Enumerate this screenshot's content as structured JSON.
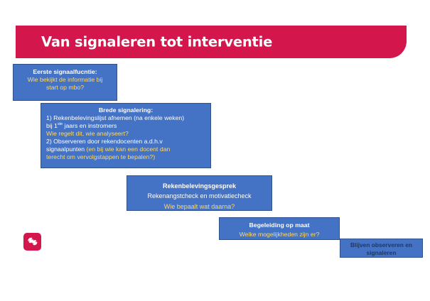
{
  "slide": {
    "background_color": "#ffffff",
    "accent_color": "#d3164c",
    "box_fill_color": "#4472c4",
    "box_border_color": "#2f528f",
    "highlight_text_color": "#ffd966",
    "dark_text_color": "#1f3864"
  },
  "header": {
    "title": "Van signaleren tot interventie"
  },
  "logo": {
    "name": "organisation-logo"
  },
  "flow": {
    "boxes": [
      {
        "id": "eerste-signaalfunctie",
        "title": "Eerste signaalfucntie:",
        "lines": [
          {
            "text": "Wie bekijkt de informatie bij",
            "color": "yellow"
          },
          {
            "text": "start op mbo?",
            "color": "yellow"
          }
        ]
      },
      {
        "id": "brede-signalering",
        "title": "Brede signalering:",
        "lines": [
          {
            "text": "1) Rekenbelevingslijst afnemen (na enkele weken)",
            "color": "white"
          },
          {
            "text": "bij 1ste jaars en instromers",
            "color": "white"
          },
          {
            "text": "Wie regelt dit, wie analyseert?",
            "color": "yellow"
          },
          {
            "text": "2) Observeren door rekendocenten a.d.h.v",
            "color": "white"
          },
          {
            "text": "signaalpunten (en bij wie kan een docent dan",
            "color": "mixed"
          },
          {
            "text": "terecht om vervolgstappen te bepalen?)",
            "color": "yellow"
          }
        ],
        "line2_prefix": "bij 1",
        "line2_superscript": "ste",
        "line2_suffix": " jaars en instromers",
        "line5_white": "signaalpunten ",
        "line5_yellow": "(en bij wie kan een docent dan"
      },
      {
        "id": "rekenbelevingsgesprek",
        "title": "Rekenbelevingsgesprek",
        "lines": [
          {
            "text": "Rekenangstcheck en motivatiecheck",
            "color": "white"
          },
          {
            "text": "Wie bepaalt wat daarna?",
            "color": "yellow"
          }
        ]
      },
      {
        "id": "begeleiding-op-maat",
        "title": "Begeleiding op maat",
        "lines": [
          {
            "text": "Welke mogelijkheden zijn er?",
            "color": "yellow"
          }
        ]
      },
      {
        "id": "blijven-observeren",
        "title": "Blijven observeren en signaleren",
        "title_line1": "Blijven observeren en",
        "title_line2": "signaleren",
        "lines": []
      }
    ]
  }
}
